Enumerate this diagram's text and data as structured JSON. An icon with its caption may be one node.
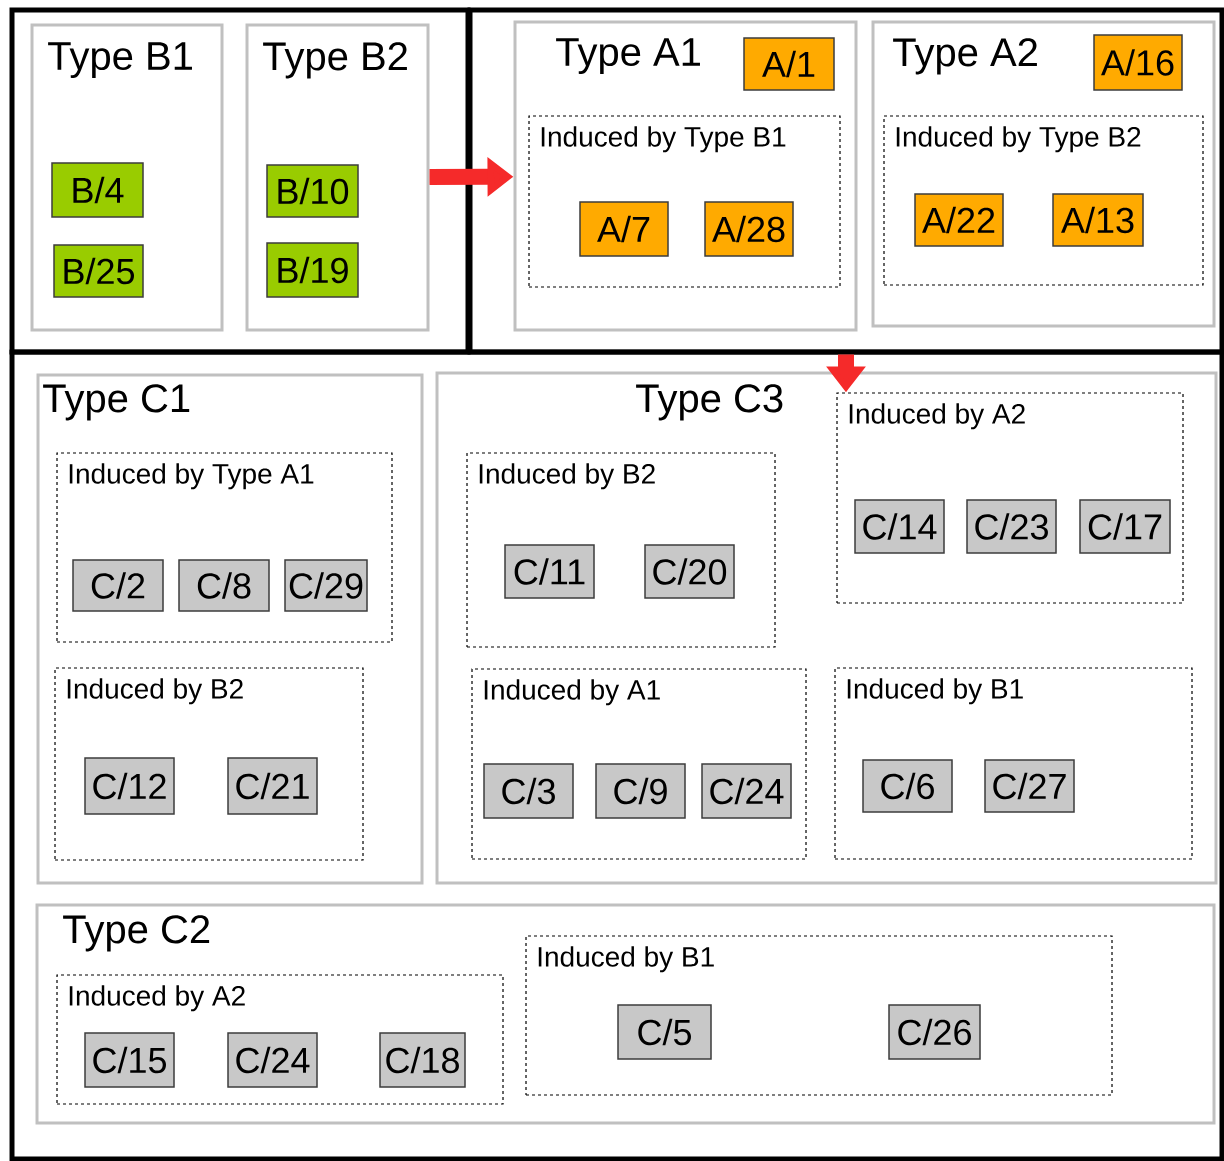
{
  "diagram": {
    "nodes": [
      {
        "text": [],
        "shape": "box"
      },
      {
        "text": [
          "Type B1"
        ],
        "in": 0
      },
      {
        "text": [
          "B/4"
        ],
        "in": 1
      },
      {
        "text": [
          "B/25"
        ],
        "in": 1
      },
      {
        "text": [
          "Type B2"
        ],
        "in": 0
      },
      {
        "text": [
          "B/10"
        ],
        "in": 4
      },
      {
        "text": [
          "B/19"
        ],
        "in": 4
      },
      {
        "text": [],
        "shape": "box"
      },
      {
        "text": [
          "Type A1"
        ],
        "in": 7
      },
      {
        "text": [
          "A/1"
        ],
        "in": 8
      },
      {
        "text": [
          "Induced by Type B1"
        ],
        "in": 8
      },
      {
        "text": [
          "A/7"
        ],
        "in": 10
      },
      {
        "text": [
          "A/28"
        ],
        "in": 10
      },
      {
        "text": [
          "Type A2"
        ],
        "in": 7
      },
      {
        "text": [
          "A/16"
        ],
        "in": 13
      },
      {
        "text": [
          "Induced by Type B2"
        ],
        "in": 13
      },
      {
        "text": [
          "A/22"
        ],
        "in": 15
      },
      {
        "text": [
          "A/13"
        ],
        "in": 15
      },
      {
        "text": [],
        "shape": "box"
      },
      {
        "text": [
          "Type C1"
        ],
        "in": 18
      },
      {
        "text": [
          "Induced by Type A1"
        ],
        "in": 19
      },
      {
        "text": [
          "C/2"
        ],
        "in": 20
      },
      {
        "text": [
          "C/8"
        ],
        "in": 20
      },
      {
        "text": [
          "C/29"
        ],
        "in": 20
      },
      {
        "text": [
          "Induced by B2"
        ],
        "in": 19
      },
      {
        "text": [
          "C/12"
        ],
        "in": 24
      },
      {
        "text": [
          "C/21"
        ],
        "in": 24
      },
      {
        "text": [
          "Type C3"
        ],
        "in": 18
      },
      {
        "text": [
          "Induced by B2"
        ],
        "in": 27
      },
      {
        "text": [
          "C/11"
        ],
        "in": 28
      },
      {
        "text": [
          "C/20"
        ],
        "in": 28
      },
      {
        "text": [
          "Induced by A2"
        ],
        "in": 27
      },
      {
        "text": [
          "C/14"
        ],
        "in": 31
      },
      {
        "text": [
          "C/23"
        ],
        "in": 31
      },
      {
        "text": [
          "C/17"
        ],
        "in": 31
      },
      {
        "text": [
          "Induced by A1"
        ],
        "in": 27
      },
      {
        "text": [
          "C/3"
        ],
        "in": 35
      },
      {
        "text": [
          "C/9"
        ],
        "in": 35
      },
      {
        "text": [
          "C/24"
        ],
        "in": 35
      },
      {
        "text": [
          "Induced by B1"
        ],
        "in": 27
      },
      {
        "text": [
          "C/6"
        ],
        "in": 39
      },
      {
        "text": [
          "C/27"
        ],
        "in": 39
      },
      {
        "text": [
          "Type C2"
        ],
        "in": 18
      },
      {
        "text": [
          "Induced by A2"
        ],
        "in": 42
      },
      {
        "text": [
          "C/15"
        ],
        "in": 43
      },
      {
        "text": [
          "C/24"
        ],
        "in": 43
      },
      {
        "text": [
          "C/18"
        ],
        "in": 43
      },
      {
        "text": [
          "Induced by B1"
        ],
        "in": 42
      },
      {
        "text": [
          "C/5"
        ],
        "in": 47
      },
      {
        "text": [
          "C/26"
        ],
        "in": 47
      }
    ],
    "edges": [
      {
        "from": 4,
        "to": 8,
        "arrow": "to",
        "color": "#f52a2a"
      },
      {
        "from": 7,
        "to": 31,
        "arrow": "to",
        "color": "#f52a2a"
      }
    ]
  }
}
